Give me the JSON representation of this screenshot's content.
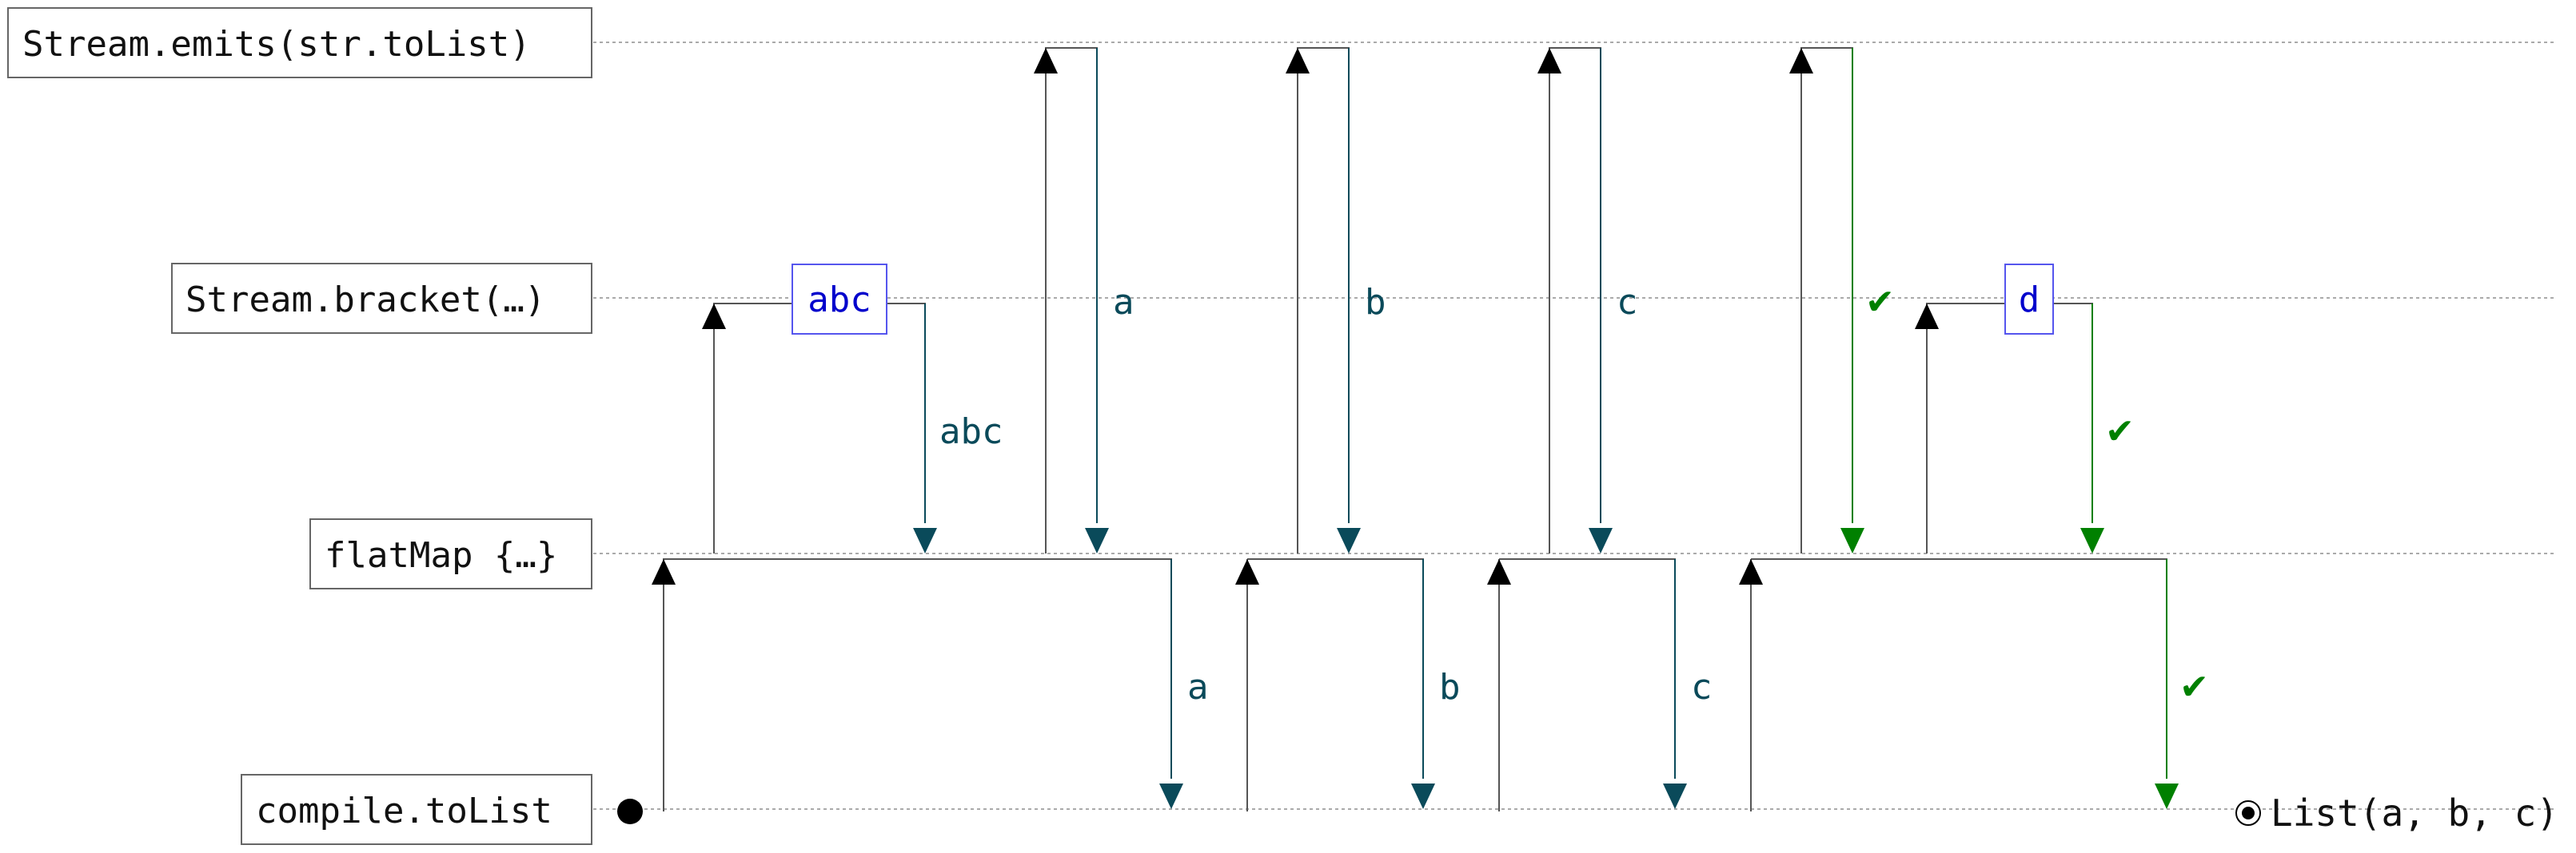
{
  "stages": [
    {
      "label": "Stream.emits(str.toList)"
    },
    {
      "label": "Stream.bracket(…)"
    },
    {
      "label": "flatMap {…}"
    },
    {
      "label": "compile.toList"
    }
  ],
  "boxed_values": [
    "abc",
    "d"
  ],
  "message_labels": {
    "abc_down": "abc",
    "a_upper": "a",
    "b_upper": "b",
    "c_upper": "c",
    "a_lower": "a",
    "b_lower": "b",
    "c_lower": "c"
  },
  "check_mark": "✔",
  "result": "List(a, b, c)",
  "colors": {
    "pull": "#000000",
    "emit": "#0a4a5a",
    "done": "#008000",
    "boxed": "#0000cc",
    "guide": "#aaaaaa"
  }
}
